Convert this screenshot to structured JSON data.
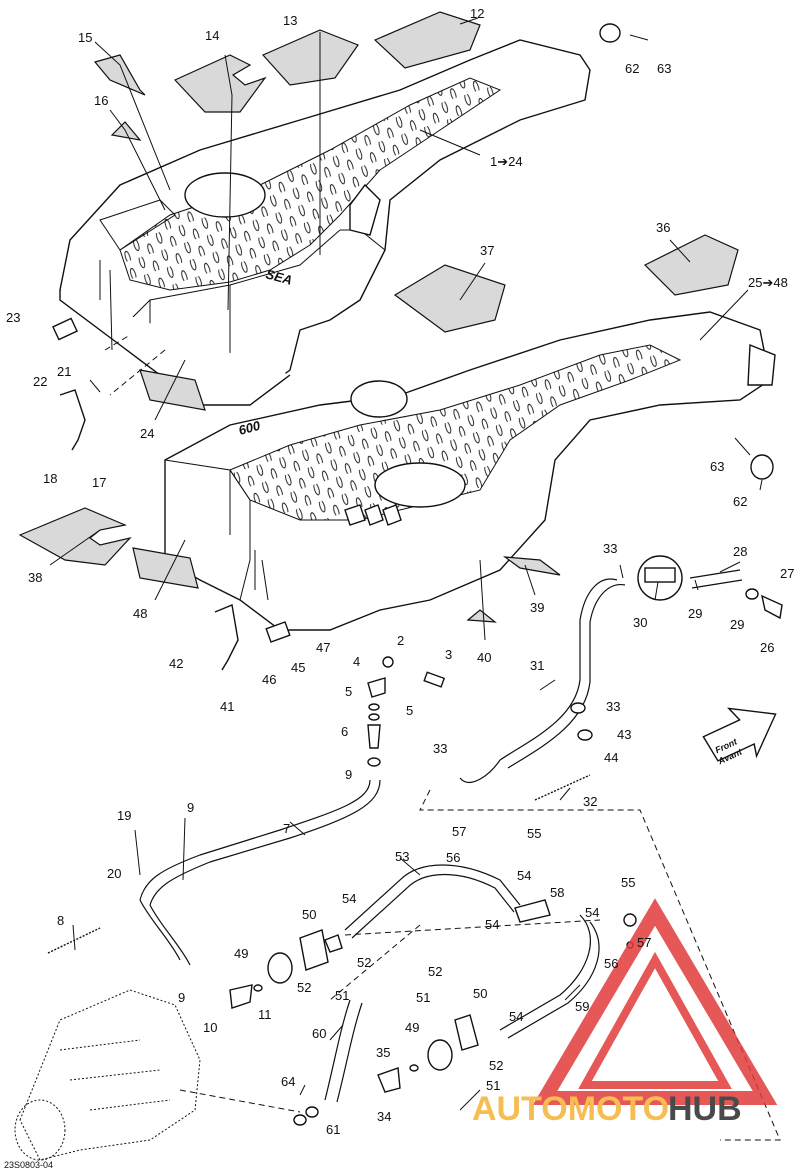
{
  "doc_code": "23S0803-04",
  "front_label": [
    "Front",
    "Avant"
  ],
  "watermark": {
    "text_a": "AUTOMOTO",
    "text_b": "HUB",
    "color_a": "#f5b335",
    "color_b": "#2b2b2b",
    "triangle_color": "#e23a3a"
  },
  "callouts": {
    "c1": "1➔24",
    "c2": "2",
    "c3": "3",
    "c4": "4",
    "c5a": "5",
    "c5b": "5",
    "c6": "6",
    "c7": "7",
    "c8": "8",
    "c9a": "9",
    "c9b": "9",
    "c9c": "9",
    "c10": "10",
    "c11": "11",
    "c12": "12",
    "c13": "13",
    "c14": "14",
    "c15": "15",
    "c16": "16",
    "c17": "17",
    "c18": "18",
    "c19": "19",
    "c20": "20",
    "c21": "21",
    "c22": "22",
    "c23": "23",
    "c24": "24",
    "c25": "25➔48",
    "c26": "26",
    "c27": "27",
    "c28": "28",
    "c29a": "29",
    "c29b": "29",
    "c30": "30",
    "c31": "31",
    "c32": "32",
    "c33a": "33",
    "c33b": "33",
    "c33c": "33",
    "c34": "34",
    "c35": "35",
    "c36": "36",
    "c37": "37",
    "c38": "38",
    "c39": "39",
    "c40": "40",
    "c41": "41",
    "c42": "42",
    "c43": "43",
    "c44": "44",
    "c45": "45",
    "c46": "46",
    "c47": "47",
    "c48a": "48",
    "c49a": "49",
    "c49b": "49",
    "c50a": "50",
    "c50b": "50",
    "c51a": "51",
    "c51b": "51",
    "c51c": "51",
    "c52a": "52",
    "c52b": "52",
    "c52c": "52",
    "c52d": "52",
    "c53": "53",
    "c54a": "54",
    "c54b": "54",
    "c54c": "54",
    "c54d": "54",
    "c55a": "55",
    "c55b": "55",
    "c56a": "56",
    "c56b": "56",
    "c57a": "57",
    "c57b": "57",
    "c58": "58",
    "c59": "59",
    "c60": "60",
    "c61": "61",
    "c62a": "62",
    "c62b": "62",
    "c63a": "63",
    "c63b": "63"
  }
}
